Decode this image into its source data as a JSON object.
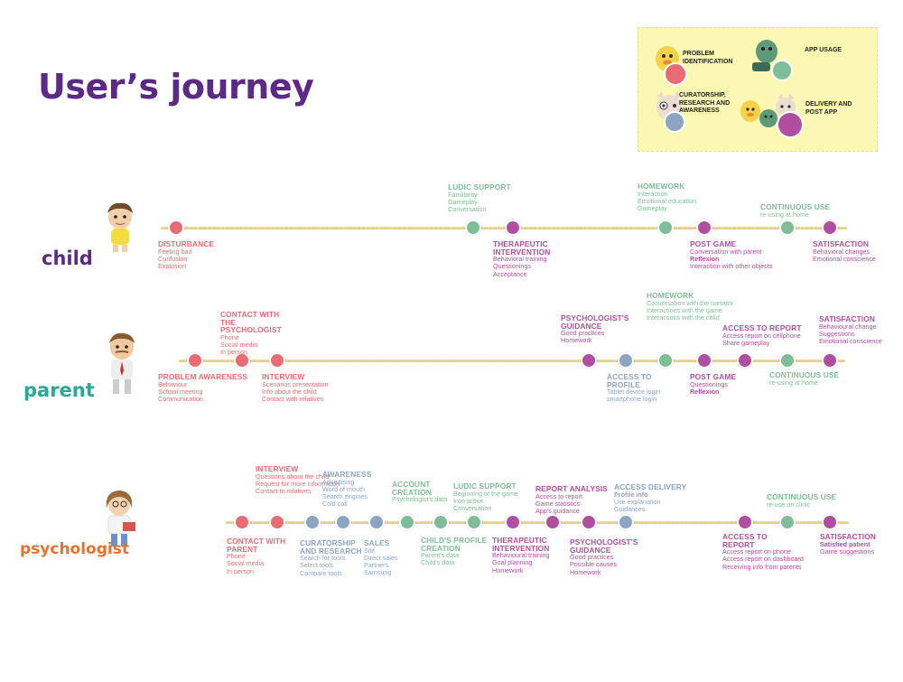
{
  "title": "User’s journey",
  "colors": {
    "red": "#e96b75",
    "green": "#7fbd98",
    "purple": "#b04fa0",
    "blue": "#8ea5c2",
    "track": "#e2d28f"
  },
  "legend": {
    "problem": "PROBLEM IDENTIFICATION",
    "app_usage": "APP USAGE",
    "curatorship": "CURATORSHIP, RESEARCH AND AWARENESS",
    "delivery": "DELIVERY AND POST APP"
  },
  "actors": {
    "child": "child",
    "parent": "parent",
    "psychologist": "psychologist"
  },
  "child": [
    {
      "color": "red",
      "title": "DISTURBANCE",
      "lines": [
        "Feeling bad",
        "Confusion",
        "Explosion"
      ]
    },
    {
      "color": "green",
      "title": "LUDIC SUPPORT",
      "lines": [
        "Familiarity",
        "Gameplay",
        "Conversation"
      ]
    },
    {
      "color": "purple",
      "title": "THERAPEUTIC INTERVENTION",
      "lines": [
        "Behavioral training",
        "Questionings",
        "Acceptance"
      ]
    },
    {
      "color": "green",
      "title": "HOMEWORK",
      "lines": [
        "Interaction",
        "Emotional education",
        "Gameplay"
      ]
    },
    {
      "color": "purple",
      "title": "POST GAME",
      "lines": [
        "Conversation with parent",
        "Reflexion",
        "Interaction with other objects"
      ]
    },
    {
      "color": "green",
      "title": "CONTINUOUS USE",
      "lines": [
        "re-using at home"
      ]
    },
    {
      "color": "purple",
      "title": "SATISFACTION",
      "lines": [
        "Behavioral changes",
        "Emotional conscience"
      ]
    }
  ],
  "parent": [
    {
      "color": "red",
      "title": "PROBLEM AWARENESS",
      "lines": [
        "Behaviour",
        "School meeting",
        "Communication"
      ]
    },
    {
      "color": "red",
      "title": "CONTACT WITH THE PSYCHOLOGIST",
      "lines": [
        "Phone",
        "Social media",
        "In person"
      ]
    },
    {
      "color": "red",
      "title": "INTERVIEW",
      "lines": [
        "Scenarios presentation",
        "Info about the child",
        "Contact with relatives"
      ]
    },
    {
      "color": "purple",
      "title": "PSYCHOLOGIST'S GUIDANCE",
      "lines": [
        "Good practices",
        "Homework"
      ]
    },
    {
      "color": "blue",
      "title": "ACCESS TO PROFILE",
      "lines": [
        "Tablet device login",
        "smartphone login"
      ]
    },
    {
      "color": "green",
      "title": "HOMEWORK",
      "lines": [
        "Conversation with the narrator",
        "Interactions with the game",
        "Interactions with the child"
      ]
    },
    {
      "color": "purple",
      "title": "POST GAME",
      "lines": [
        "Questionings",
        "Reflexion"
      ]
    },
    {
      "color": "purple",
      "title": "ACCESS TO REPORT",
      "lines": [
        "Access report on cellphone",
        "Share gameplay"
      ]
    },
    {
      "color": "green",
      "title": "CONTINUOUS USE",
      "lines": [
        "re-using at home"
      ]
    },
    {
      "color": "purple",
      "title": "SATISFACTION",
      "lines": [
        "Behavioural change",
        "Suggestions",
        "Emotional conscience"
      ]
    }
  ],
  "psychologist": [
    {
      "color": "red",
      "title": "CONTACT WITH PARENT",
      "lines": [
        "Phone",
        "Social media",
        "In person"
      ]
    },
    {
      "color": "red",
      "title": "INTERVIEW",
      "lines": [
        "Questions about the child",
        "Request for more information",
        "Contact to relatives"
      ]
    },
    {
      "color": "blue",
      "title": "CURATORSHIP AND RESEARCH",
      "lines": [
        "Search for tools",
        "Select tools",
        "Compare tools"
      ]
    },
    {
      "color": "blue",
      "title": "AWARENESS",
      "lines": [
        "Advertising",
        "Word of mouth",
        "Search engines",
        "Cold call"
      ]
    },
    {
      "color": "blue",
      "title": "SALES",
      "lines": [
        "Site",
        "Direct sales",
        "Partners",
        "Samsung"
      ]
    },
    {
      "color": "green",
      "title": "ACCOUNT CREATION",
      "lines": [
        "Psychologist's data"
      ]
    },
    {
      "color": "green",
      "title": "CHILD'S PROFILE CREATION",
      "lines": [
        "Parent's data",
        "Child's data"
      ]
    },
    {
      "color": "green",
      "title": "LUDIC SUPPORT",
      "lines": [
        "Beginning of the game",
        "Interaction",
        "Conversation"
      ]
    },
    {
      "color": "purple",
      "title": "THERAPEUTIC INTERVENTION",
      "lines": [
        "Behavioural training",
        "Goal planning",
        "Homework"
      ]
    },
    {
      "color": "purple",
      "title": "REPORT ANALYSIS",
      "lines": [
        "Access to report",
        "Game statistics",
        "App's guidance"
      ]
    },
    {
      "color": "purple",
      "title": "PSYCHOLOGIST'S GUIDANCE",
      "lines": [
        "Good practices",
        "Possible causes",
        "Homework"
      ]
    },
    {
      "color": "blue",
      "title": "ACCESS DELIVERY",
      "lines": [
        "Profile info",
        "Use explanation",
        "Guidances"
      ]
    },
    {
      "color": "purple",
      "title": "ACCESS TO REPORT",
      "lines": [
        "Access report on phone",
        "Access report on dashboard",
        "Receiving info from parents"
      ]
    },
    {
      "color": "green",
      "title": "CONTINUOUS USE",
      "lines": [
        "re-use on clinic"
      ]
    },
    {
      "color": "purple",
      "title": "SATISFACTION",
      "lines": [
        "Satisfied patient",
        "Game suggestions"
      ]
    }
  ]
}
